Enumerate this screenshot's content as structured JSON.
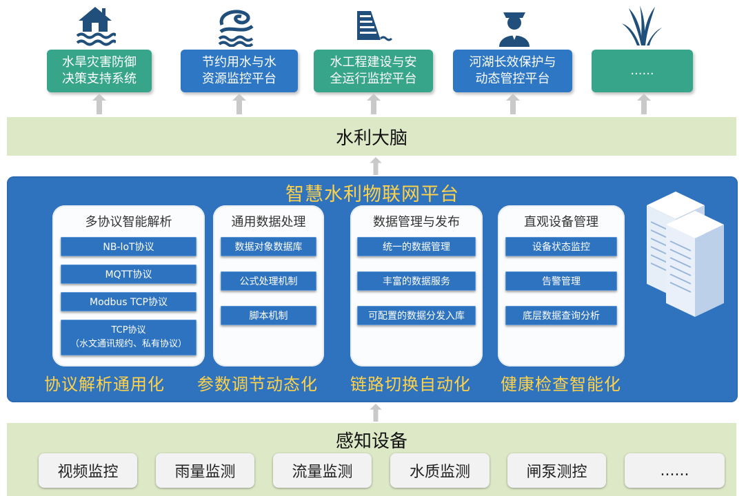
{
  "apps": [
    {
      "label": "水旱灾害防御\n决策支持系统",
      "icon": "flood-house-icon",
      "color": "#36a589"
    },
    {
      "label": "节约用水与水\n资源监控平台",
      "icon": "water-swirl-icon",
      "color": "#2e77c4"
    },
    {
      "label": "水工程建设与安\n全运行监控平台",
      "icon": "dam-icon",
      "color": "#36a589"
    },
    {
      "label": "河湖长效保护与\n动态管控平台",
      "icon": "inspector-person-icon",
      "color": "#2e77c4"
    },
    {
      "label": "......",
      "icon": "reed-grass-icon",
      "color": "#36a589"
    }
  ],
  "brain_label": "水利大脑",
  "platform": {
    "title": "智慧水利物联网平台",
    "cards": [
      {
        "title": "多协议智能解析",
        "items": [
          "NB-loT协议",
          "MQTT协议",
          "Modbus TCP协议"
        ],
        "tall_item": {
          "line1": "TCP协议",
          "line2": "（水文通讯规约、私有协议）"
        }
      },
      {
        "title": "通用数据处理",
        "items": [
          "数据对象数据库",
          "公式处理机制",
          "脚本机制"
        ]
      },
      {
        "title": "数据管理与发布",
        "items": [
          "统一的数据管理",
          "丰富的数据服务",
          "可配置的数据分发入库"
        ]
      },
      {
        "title": "直观设备管理",
        "items": [
          "设备状态监控",
          "告警管理",
          "底层数据查询分析"
        ]
      }
    ],
    "captions": [
      "协议解析通用化",
      "参数调节动态化",
      "链路切换自动化",
      "健康检查智能化"
    ],
    "server_icon": "server-rack-icon"
  },
  "perception": {
    "title": "感知设备",
    "devices": [
      "视频监控",
      "雨量监测",
      "流量监测",
      "水质监测",
      "闸泵测控",
      "......"
    ]
  },
  "colors": {
    "green_box": "#36a589",
    "blue_box": "#2e77c4",
    "band": "#dde8c7",
    "platform": "#2f73bf",
    "highlight": "#ffd24a",
    "icon": "#1f4f7a"
  }
}
